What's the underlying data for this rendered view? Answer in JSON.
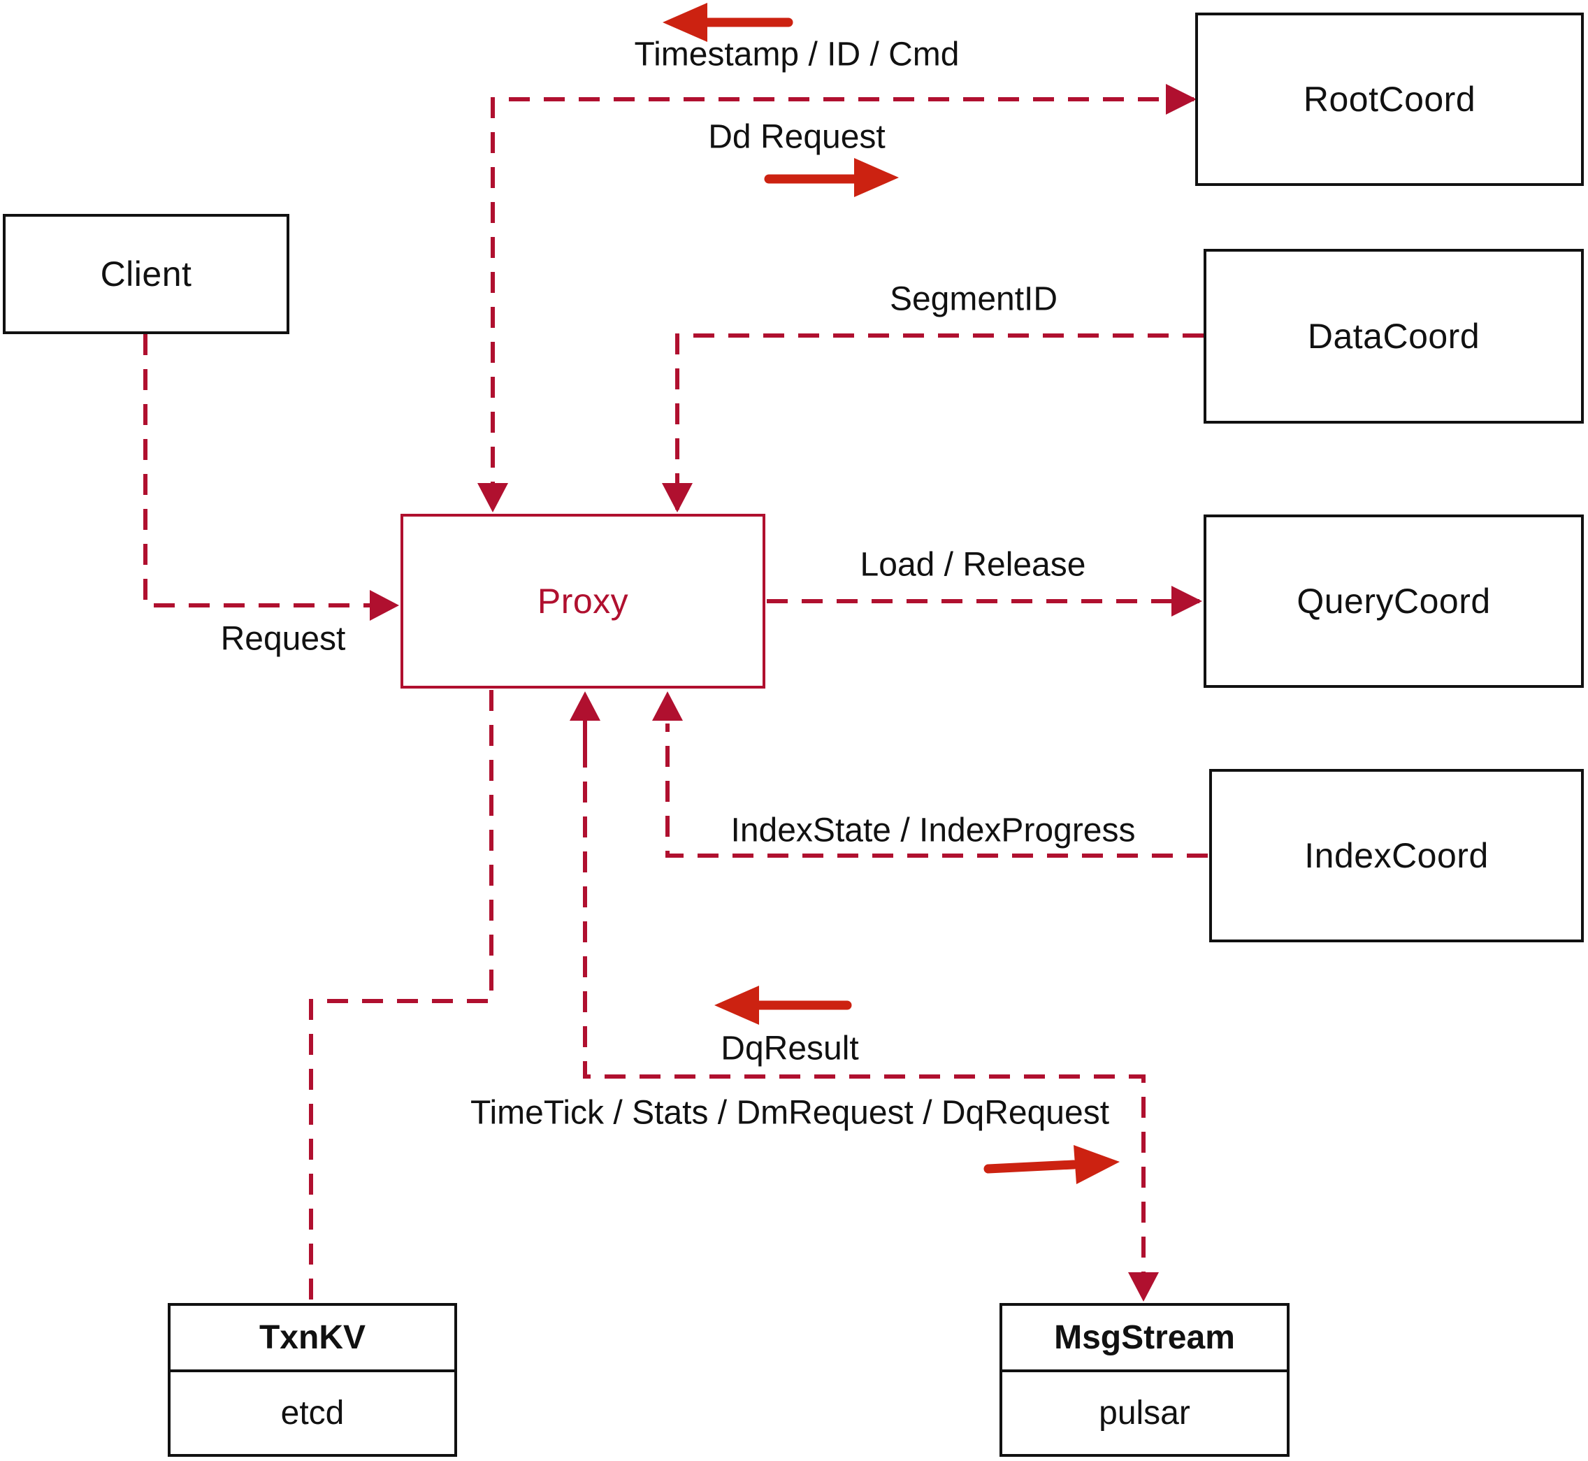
{
  "diagram": {
    "colors": {
      "line": "#b0102f",
      "arrow": "#cc2211",
      "box_border": "#111111",
      "text": "#111111",
      "background": "#ffffff"
    },
    "nodes": {
      "client": {
        "label": "Client"
      },
      "proxy": {
        "label": "Proxy"
      },
      "root_coord": {
        "label": "RootCoord"
      },
      "data_coord": {
        "label": "DataCoord"
      },
      "query_coord": {
        "label": "QueryCoord"
      },
      "index_coord": {
        "label": "IndexCoord"
      },
      "txn_kv": {
        "title": "TxnKV",
        "impl": "etcd"
      },
      "msg_stream": {
        "title": "MsgStream",
        "impl": "pulsar"
      }
    },
    "edge_labels": {
      "timestamp_id_cmd": "Timestamp / ID / Cmd",
      "dd_request": "Dd Request",
      "segment_id": "SegmentID",
      "request": "Request",
      "load_release": "Load / Release",
      "index_state_progress": "IndexState / IndexProgress",
      "dq_result": "DqResult",
      "timetick_stats": "TimeTick / Stats / DmRequest / DqRequest"
    }
  }
}
